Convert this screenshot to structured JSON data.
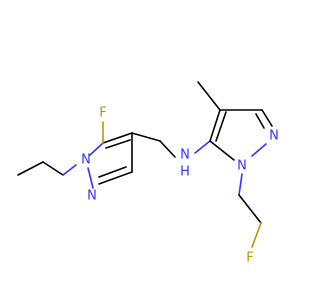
{
  "molecule": {
    "atoms": {
      "fluorine_left": {
        "symbol": "F",
        "color": "#b8960c"
      },
      "n1_left": {
        "symbol": "N",
        "color": "#3333ff"
      },
      "n2_left": {
        "symbol": "N",
        "color": "#3333ff"
      },
      "amine_n": {
        "symbol": "N",
        "color": "#3333ff"
      },
      "amine_h": {
        "symbol": "H",
        "color": "#3333ff"
      },
      "n1_right": {
        "symbol": "N",
        "color": "#3333ff"
      },
      "n2_right": {
        "symbol": "N",
        "color": "#3333ff"
      },
      "fluorine_right": {
        "symbol": "F",
        "color": "#b8960c"
      }
    }
  }
}
